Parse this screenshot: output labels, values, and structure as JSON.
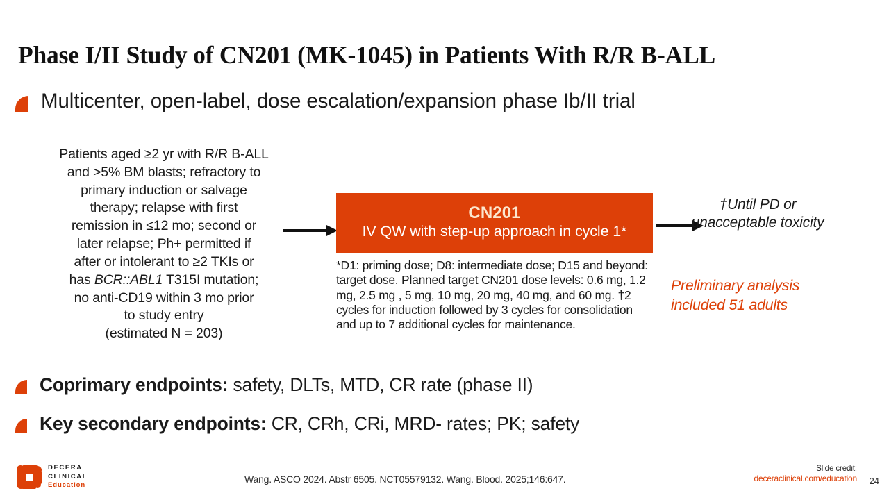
{
  "slide": {
    "title": "Phase I/II Study of CN201 (MK-1045) in Patients With R/R B-ALL",
    "page_number": "24",
    "accent_color": "#DD4008",
    "box_title_color": "#FCE6CE"
  },
  "top_bullet": {
    "text": "Multicenter, open-label, dose escalation/expansion phase Ib/II trial"
  },
  "diagram": {
    "eligibility_lines": [
      "Patients aged ≥2 yr with R/R B-ALL",
      "and >5% BM blasts; refractory to",
      "primary induction or salvage",
      "therapy; relapse with first",
      "remission in ≤12 mo; second or",
      "later relapse; Ph+ permitted if",
      "after or intolerant to ≥2 TKIs or",
      "has BCR::ABL1 T315I mutation;",
      "no anti-CD19 within 3 mo prior",
      "to study entry",
      "(estimated N = 203)"
    ],
    "eligibility_italic_fragment": "BCR::ABL1",
    "treatment_box": {
      "drug": "CN201",
      "regimen": "IV QW with step-up approach in cycle 1*"
    },
    "box_footnote": "*D1: priming dose; D8: intermediate dose; D15 and beyond: target dose. Planned target CN201 dose levels: 0.6 mg, 1.2 mg, 2.5 mg , 5 mg, 10 mg, 20 mg, 40 mg, and 60 mg. †2 cycles for induction followed by 3 cycles for consolidation and up to 7 additional cycles for maintenance.",
    "box_footnote_dagger_marker": "†",
    "until_pd": "†Until PD or unacceptable toxicity",
    "preliminary_note": "Preliminary analysis included 51 adults",
    "arrow_left_name": "arrow-to-treatment",
    "arrow_right_name": "arrow-to-duration"
  },
  "endpoints": [
    {
      "label": "Coprimary endpoints:",
      "value": " safety, DLTs, MTD, CR rate (phase II)"
    },
    {
      "label": "Key secondary endpoints:",
      "value": " CR, CRh, CRi, MRD- rates; PK; safety"
    }
  ],
  "footer": {
    "logo_line1": "DECERA",
    "logo_line2": "CLINICAL",
    "logo_line3": "Education",
    "citation": "Wang. ASCO 2024. Abstr 6505. NCT05579132. Wang. Blood. 2025;146:647.",
    "credit_label": "Slide credit:",
    "credit_url": "deceraclinical.com/education",
    "page_number": "24"
  }
}
